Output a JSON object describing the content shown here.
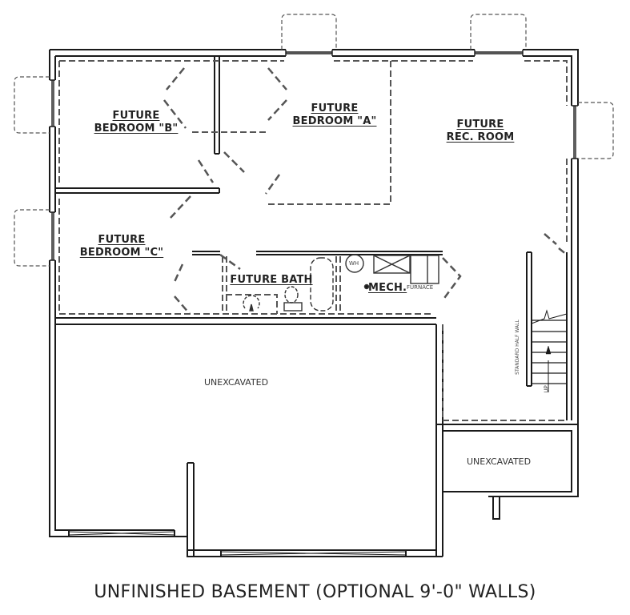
{
  "title": "UNFINISHED BASEMENT (OPTIONAL 9'-0\" WALLS)",
  "rooms": {
    "bedroom_b": {
      "line1": "FUTURE",
      "line2": "BEDROOM \"B\""
    },
    "bedroom_a": {
      "line1": "FUTURE",
      "line2": "BEDROOM \"A\""
    },
    "rec_room": {
      "line1": "FUTURE",
      "line2": "REC. ROOM"
    },
    "bedroom_c": {
      "line1": "FUTURE",
      "line2": "BEDROOM \"C\""
    },
    "bath": {
      "line1": "FUTURE BATH"
    },
    "mech": {
      "line1": "MECH."
    }
  },
  "fixtures": {
    "water_heater": "WH",
    "furnace": "FURNACE",
    "stair_note": "STANDARD HALF WALL",
    "stair_direction": "UP"
  },
  "unexcavated": {
    "main": "UNEXCAVATED",
    "small": "UNEXCAVATED"
  },
  "colors": {
    "line": "#1a1a1a",
    "dashed": "#555555",
    "background": "#ffffff"
  }
}
